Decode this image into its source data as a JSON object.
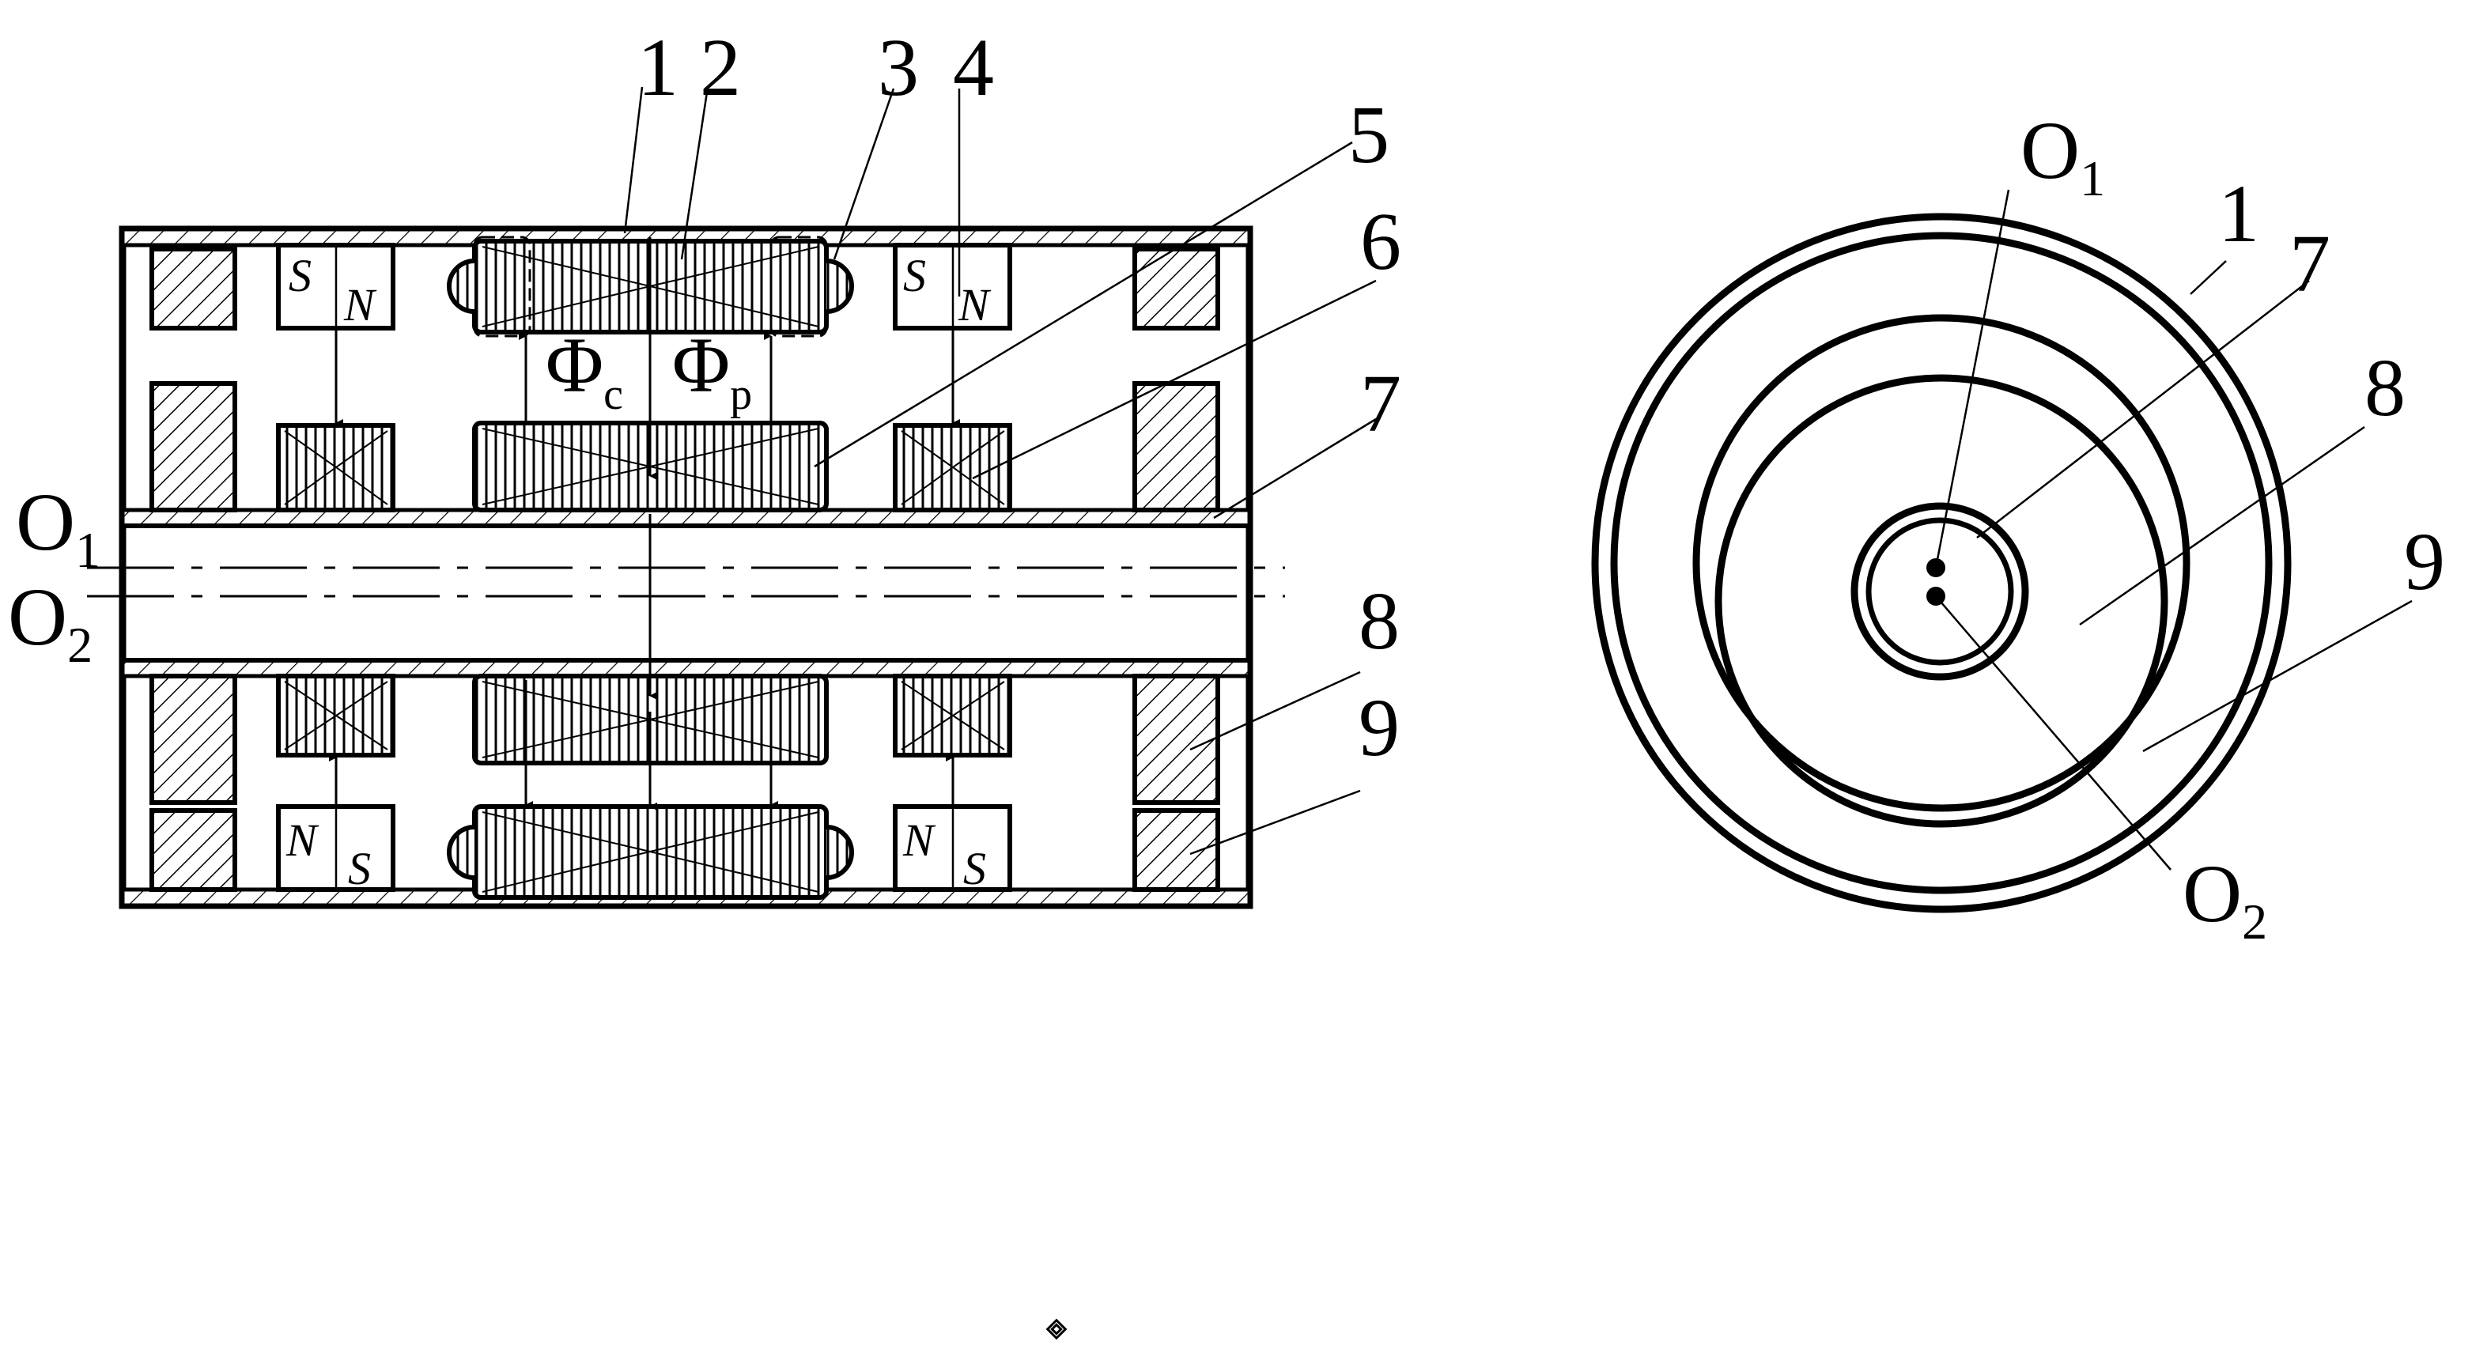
{
  "diagram": {
    "left_view_labels": [
      "1",
      "2",
      "3",
      "4",
      "5",
      "6",
      "7",
      "8",
      "9"
    ],
    "right_view_labels": [
      "1",
      "7",
      "8",
      "9"
    ],
    "axis_labels": {
      "o1_base": "O",
      "o1_sub": "1",
      "o2_base": "O",
      "o2_sub": "2"
    },
    "pole_letters": {
      "south": "S",
      "north": "N"
    },
    "flux_labels": {
      "phi": "Φ",
      "control_sub": "c",
      "permanent_sub": "p"
    }
  }
}
